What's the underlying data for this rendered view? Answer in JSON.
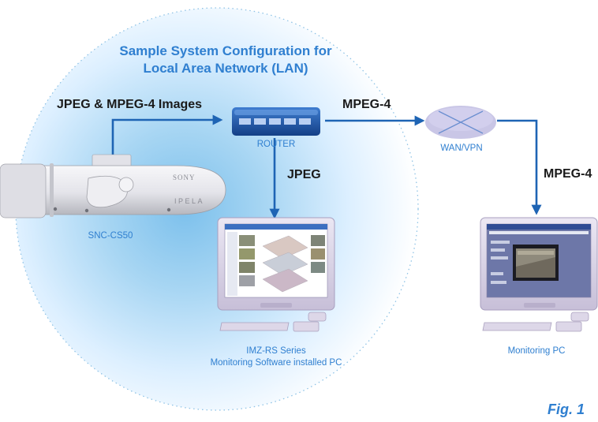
{
  "diagram": {
    "title_line1": "Sample System Configuration for",
    "title_line2": "Local Area Network (LAN)",
    "flow_labels": {
      "camera_to_router": "JPEG & MPEG-4 Images",
      "router_to_wan": "MPEG-4",
      "router_to_software_pc": "JPEG",
      "wan_to_monitoring_pc": "MPEG-4"
    },
    "devices": {
      "router": "ROUTER",
      "wan": "WAN/VPN",
      "camera": "SNC-CS50",
      "software_pc_line1": "IMZ-RS Series",
      "software_pc_line2": "Monitoring Software installed PC",
      "monitoring_pc": "Monitoring PC"
    },
    "camera_brand": "SONY",
    "camera_model": "IPELA",
    "figure_label": "Fig. 1"
  },
  "colors": {
    "accent_blue": "#2f7fd0",
    "arrow_blue": "#1e64b4",
    "lan_glow": "#7cc0ec",
    "router_blue": "#1c5aa8",
    "wan_lavender": "#c9c6e6",
    "pc_body": "#d9d3e6"
  }
}
